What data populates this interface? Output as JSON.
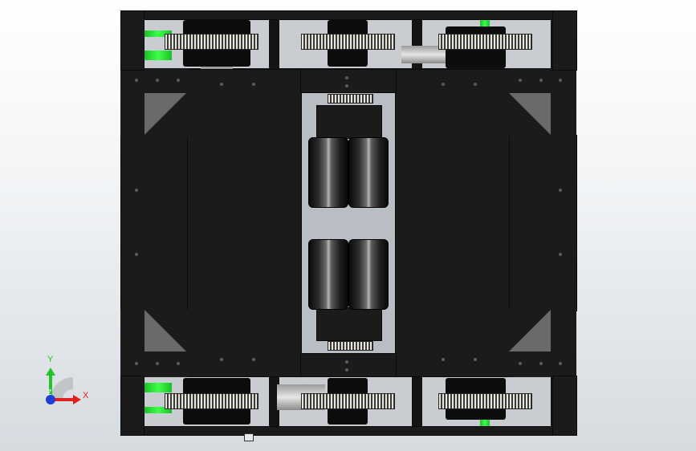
{
  "viewport": {
    "background_top": "#ffffff",
    "background_bottom": "#d6dbe0",
    "model": "robot-chassis-top-view"
  },
  "triad": {
    "x_label": "X",
    "y_label": "Y",
    "z_label": "Z",
    "x_color": "#e0201c",
    "y_color": "#22c42a",
    "z_color": "#1f3fd6"
  },
  "colors": {
    "plate": "#1b1b1b",
    "frame": "#141414",
    "shaft_green": "#3cff4a",
    "gear_teeth": "#e8e6da"
  }
}
